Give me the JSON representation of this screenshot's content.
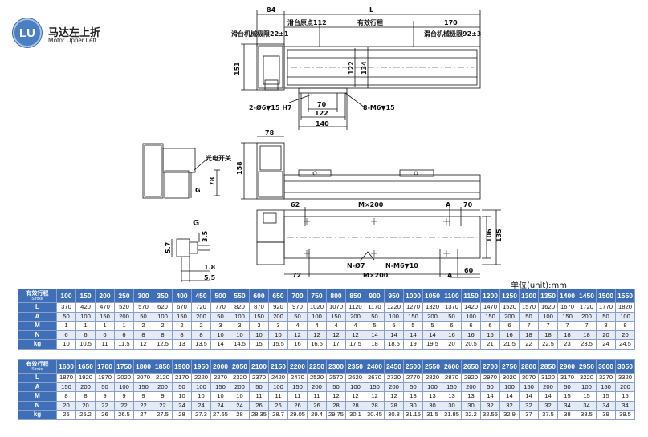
{
  "header": {
    "badge": "LU",
    "title_cn": "马达左上折",
    "title_en": "Motor Upper Left",
    "unit_label": "单位(unit):mm"
  },
  "drawing": {
    "top_view": {
      "dim_84": "84",
      "dim_L": "L",
      "origin": "滑台原点112",
      "stroke": "有效行程",
      "dim_170": "170",
      "limit_left": "滑台机械极限22±1",
      "limit_right": "滑台机械极限92±3",
      "dim_151": "151",
      "dim_122v": "122",
      "dim_134": "134",
      "dim_70": "70",
      "dim_122h": "122",
      "dim_140": "140",
      "hole_a": "2-Ø6▼15 H7",
      "hole_b": "8-M6▼15"
    },
    "side_view": {
      "dim_78_top": "78",
      "dim_158": "158",
      "sensor": "光电开关",
      "mark_G": "G",
      "dim_78_side": "78"
    },
    "bottom_view": {
      "dim_62": "62",
      "m200_top": "M×200",
      "mark_A_top": "A",
      "dim_70": "70",
      "dim_106": "106",
      "dim_135": "135",
      "dim_60": "60",
      "hole_n": "N-Ø7",
      "hole_m": "N-M6▼10",
      "dim_72": "72",
      "m200_bot": "M×200",
      "mark_A_bot": "A"
    },
    "detail_G": {
      "label": "G",
      "dim_57": "5.7",
      "dim_35": "3.5",
      "dim_18": "1.8",
      "dim_55": "5.5"
    }
  },
  "table1": {
    "header_cn": "有效行程",
    "header_en": "Stroke",
    "strokes": [
      "100",
      "150",
      "200",
      "250",
      "300",
      "350",
      "400",
      "450",
      "500",
      "550",
      "600",
      "650",
      "700",
      "750",
      "800",
      "850",
      "900",
      "950",
      "1000",
      "1050",
      "1100",
      "1150",
      "1200",
      "1250",
      "1300",
      "1350",
      "1400",
      "1450",
      "1500",
      "1550"
    ],
    "rows": [
      {
        "label": "L",
        "values": [
          "370",
          "420",
          "470",
          "520",
          "570",
          "620",
          "670",
          "720",
          "770",
          "820",
          "870",
          "920",
          "970",
          "1020",
          "1070",
          "1120",
          "1170",
          "1220",
          "1270",
          "1320",
          "1370",
          "1420",
          "1470",
          "1520",
          "1570",
          "1620",
          "1670",
          "1720",
          "1770",
          "1820"
        ]
      },
      {
        "label": "A",
        "values": [
          "50",
          "100",
          "150",
          "200",
          "50",
          "100",
          "150",
          "200",
          "50",
          "100",
          "150",
          "200",
          "50",
          "100",
          "150",
          "200",
          "50",
          "100",
          "150",
          "200",
          "50",
          "100",
          "150",
          "200",
          "50",
          "100",
          "150",
          "200",
          "50",
          "100"
        ]
      },
      {
        "label": "M",
        "values": [
          "1",
          "1",
          "1",
          "1",
          "2",
          "2",
          "2",
          "2",
          "3",
          "3",
          "3",
          "3",
          "4",
          "4",
          "4",
          "4",
          "5",
          "5",
          "5",
          "5",
          "6",
          "6",
          "6",
          "6",
          "7",
          "7",
          "7",
          "7",
          "8",
          "8"
        ]
      },
      {
        "label": "N",
        "values": [
          "6",
          "6",
          "6",
          "6",
          "8",
          "8",
          "8",
          "8",
          "10",
          "10",
          "10",
          "10",
          "12",
          "12",
          "12",
          "12",
          "14",
          "14",
          "14",
          "14",
          "16",
          "16",
          "16",
          "16",
          "18",
          "18",
          "18",
          "18",
          "20",
          "20"
        ]
      },
      {
        "label": "kg",
        "values": [
          "10",
          "10.5",
          "11",
          "11.5",
          "12",
          "12.5",
          "13",
          "13.5",
          "14",
          "14.5",
          "15",
          "15.5",
          "16",
          "16.5",
          "17",
          "17.5",
          "18",
          "18.5",
          "19",
          "19.5",
          "20",
          "20.5",
          "21",
          "21.5",
          "22",
          "22.5",
          "23",
          "23.5",
          "24",
          "24.5"
        ]
      }
    ]
  },
  "table2": {
    "header_cn": "有效行程",
    "header_en": "Stroke",
    "strokes": [
      "1600",
      "1650",
      "1700",
      "1750",
      "1800",
      "1850",
      "1900",
      "1950",
      "2000",
      "2050",
      "2100",
      "2150",
      "2200",
      "2250",
      "2300",
      "2350",
      "2400",
      "2450",
      "2500",
      "2550",
      "2600",
      "2650",
      "2700",
      "2750",
      "2800",
      "2850",
      "2900",
      "2950",
      "3000",
      "3050"
    ],
    "rows": [
      {
        "label": "L",
        "values": [
          "1870",
          "1920",
          "1970",
          "2020",
          "2070",
          "2120",
          "2170",
          "2220",
          "2270",
          "2320",
          "2370",
          "2420",
          "2470",
          "2520",
          "2570",
          "2620",
          "2670",
          "2720",
          "2770",
          "2820",
          "2870",
          "2920",
          "2970",
          "3020",
          "3070",
          "3120",
          "3170",
          "3220",
          "3270",
          "3320"
        ]
      },
      {
        "label": "A",
        "values": [
          "150",
          "200",
          "50",
          "100",
          "150",
          "200",
          "50",
          "100",
          "150",
          "200",
          "50",
          "100",
          "150",
          "200",
          "50",
          "100",
          "150",
          "200",
          "50",
          "100",
          "150",
          "200",
          "50",
          "100",
          "150",
          "200",
          "50",
          "100",
          "150",
          "200"
        ]
      },
      {
        "label": "M",
        "values": [
          "8",
          "8",
          "9",
          "9",
          "9",
          "9",
          "10",
          "10",
          "10",
          "10",
          "11",
          "11",
          "11",
          "11",
          "12",
          "12",
          "12",
          "12",
          "13",
          "13",
          "13",
          "13",
          "14",
          "14",
          "14",
          "14",
          "15",
          "15",
          "15",
          "15"
        ]
      },
      {
        "label": "N",
        "values": [
          "20",
          "20",
          "22",
          "22",
          "22",
          "22",
          "24",
          "24",
          "24",
          "24",
          "26",
          "26",
          "26",
          "26",
          "28",
          "28",
          "28",
          "28",
          "30",
          "30",
          "30",
          "30",
          "32",
          "32",
          "32",
          "32",
          "34",
          "34",
          "34",
          "34"
        ]
      },
      {
        "label": "kg",
        "values": [
          "25",
          "25.2",
          "26",
          "26.5",
          "27",
          "27.5",
          "28",
          "27.3",
          "27.65",
          "28",
          "28.35",
          "28.7",
          "29.05",
          "29.4",
          "29.75",
          "30.1",
          "30.45",
          "30.8",
          "31.15",
          "31.5",
          "31.85",
          "32.2",
          "32.55",
          "32.9",
          "37",
          "37.5",
          "38",
          "38.5",
          "39",
          "39.5"
        ]
      }
    ]
  }
}
